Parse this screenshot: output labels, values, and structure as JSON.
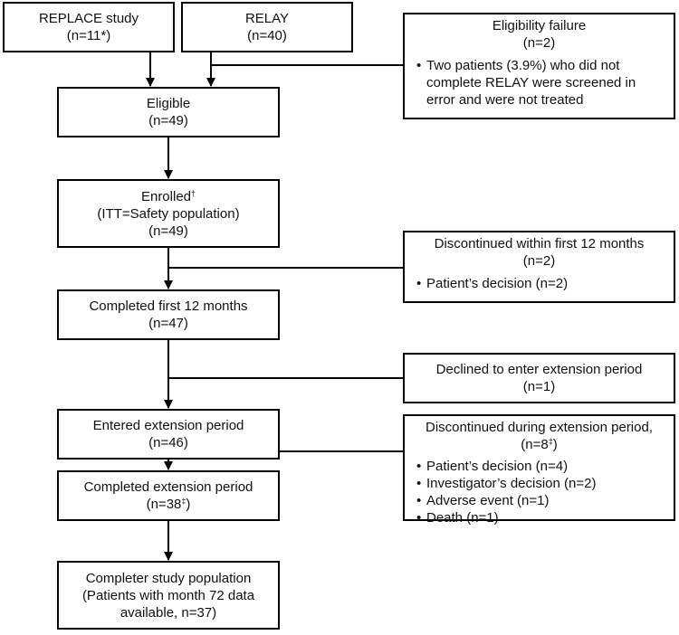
{
  "boxes": {
    "replace": {
      "title": "REPLACE study",
      "n": "(n=11*)"
    },
    "relay": {
      "title": "RELAY",
      "n": "(n=40)"
    },
    "eligible": {
      "title": "Eligible",
      "n": "(n=49)"
    },
    "enrolled": {
      "title": "Enrolled",
      "title_mark": "†",
      "subtitle": "(ITT=Safety population)",
      "n": "(n=49)"
    },
    "completed12": {
      "title": "Completed first 12 months",
      "n": "(n=47)"
    },
    "entered_ext": {
      "title": "Entered extension period",
      "n": "(n=46)"
    },
    "completed_ext": {
      "title": "Completed extension period",
      "n_prefix": "(n=38",
      "n_mark": "‡",
      "n_suffix": ")"
    },
    "completer": {
      "line1": "Completer study population",
      "line2": "(Patients with month 72 data",
      "line3": "available, n=37)"
    }
  },
  "side_boxes": {
    "eligibility_failure": {
      "title": "Eligibility failure",
      "n": "(n=2)",
      "bullets": [
        "Two patients (3.9%) who did not complete RELAY were screened in error and were not treated"
      ]
    },
    "discontinued_12m": {
      "title": "Discontinued within first 12 months",
      "n": "(n=2)",
      "bullets": [
        "Patient’s decision (n=2)"
      ]
    },
    "declined_ext": {
      "title": "Declined to enter extension period",
      "n": "(n=1)"
    },
    "discontinued_ext": {
      "title": "Discontinued during extension period,",
      "n_prefix": "(n=8",
      "n_mark": "‡",
      "n_suffix": ")",
      "bullets": [
        "Patient’s decision (n=4)",
        "Investigator’s decision (n=2)",
        "Adverse event (n=1)",
        "Death (n=1)"
      ]
    }
  }
}
